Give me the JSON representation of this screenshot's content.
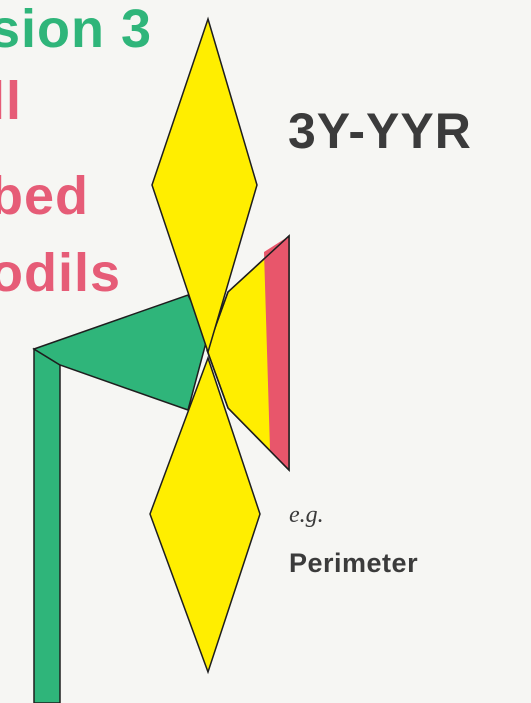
{
  "heading": {
    "division_line": "sion 3",
    "line_2": "ll",
    "line_3": "bed",
    "line_4": "odils"
  },
  "code": "3Y-YYR",
  "example": {
    "prefix": "e.g.",
    "name": "Perimeter"
  },
  "colors": {
    "background": "#f6f6f3",
    "green": "#2fb57a",
    "pink": "#e65c77",
    "yellow": "#ffee00",
    "red_rim": "#e8566b",
    "text": "#3b3b3b"
  }
}
